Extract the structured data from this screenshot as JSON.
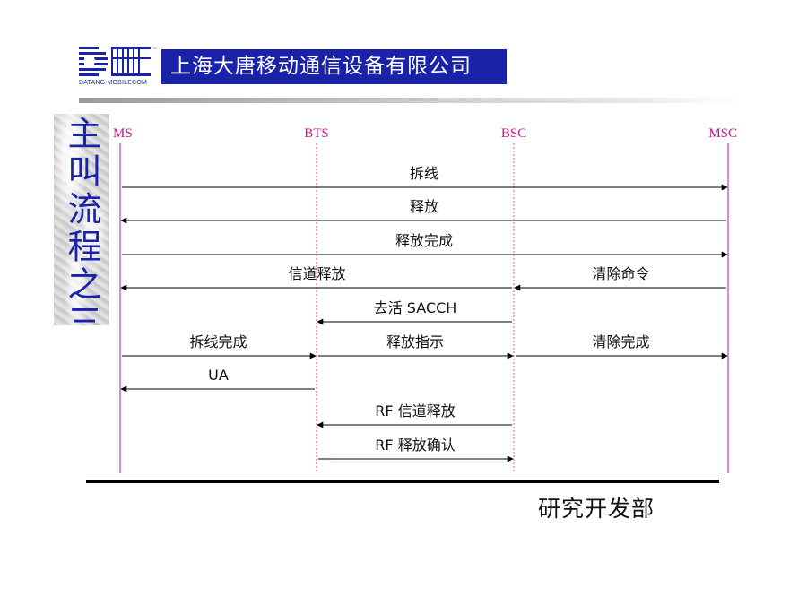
{
  "header": {
    "company_name": "上海大唐移动通信设备有限公司",
    "logo_caption": "DATANG MOBILECOM",
    "logo_tm": "™"
  },
  "side_title": "主叫流程之三",
  "entities": [
    "MS",
    "BTS",
    "BSC",
    "MSC"
  ],
  "messages": [
    {
      "label": "拆线",
      "from": "MS",
      "to": "MSC"
    },
    {
      "label": "释放",
      "from": "MSC",
      "to": "MS"
    },
    {
      "label": "释放完成",
      "from": "MS",
      "to": "MSC"
    },
    {
      "label": "信道释放",
      "from": "BSC",
      "to": "MS"
    },
    {
      "label": "清除命令",
      "from": "MSC",
      "to": "BSC"
    },
    {
      "label": "去活 SACCH",
      "from": "BSC",
      "to": "BTS"
    },
    {
      "label": "拆线完成",
      "from": "MS",
      "to": "BTS"
    },
    {
      "label": "释放指示",
      "from": "BTS",
      "to": "BSC"
    },
    {
      "label": "清除完成",
      "from": "BSC",
      "to": "MSC"
    },
    {
      "label": "UA",
      "from": "BTS",
      "to": "MS"
    },
    {
      "label": "RF 信道释放",
      "from": "BSC",
      "to": "BTS"
    },
    {
      "label": "RF 释放确认",
      "from": "BTS",
      "to": "BSC"
    }
  ],
  "footer": {
    "department": "研究开发部"
  },
  "colors": {
    "brand_blue": "#1a23a8",
    "entity_label": "#c8148c",
    "lifeline": "#d55aa8",
    "arrow": "#000000"
  }
}
